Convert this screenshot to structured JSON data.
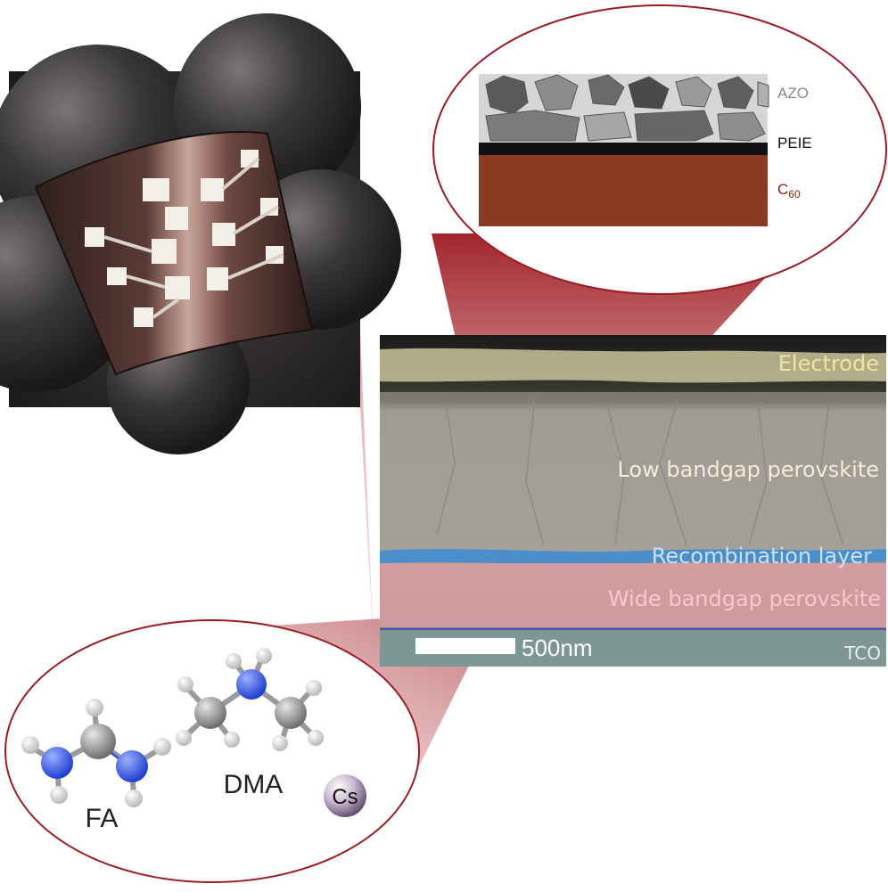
{
  "inset_top": {
    "layers": [
      {
        "label": "AZO",
        "color": "#8a8a8a"
      },
      {
        "label": "PEIE",
        "color": "#111111"
      },
      {
        "label": "C",
        "sub": "60",
        "color": "#7a2a14"
      }
    ]
  },
  "sem": {
    "layers": {
      "electrode": "Electrode",
      "low_bandgap": "Low bandgap perovskite",
      "recombination": "Recombination layer",
      "wide_bandgap": "Wide bandgap perovskite",
      "tco": "TCO"
    },
    "scalebar": "500nm"
  },
  "molecules": {
    "fa": "FA",
    "dma": "DMA",
    "cs": "Cs"
  },
  "colors": {
    "callout_red": "#9b1b22",
    "electrode": "#efe3a0",
    "low_bandgap": "#f7ead6",
    "recombination": "#b6cde6",
    "wide_bandgap": "#f6c2c6",
    "c60": "#8a3a22"
  }
}
